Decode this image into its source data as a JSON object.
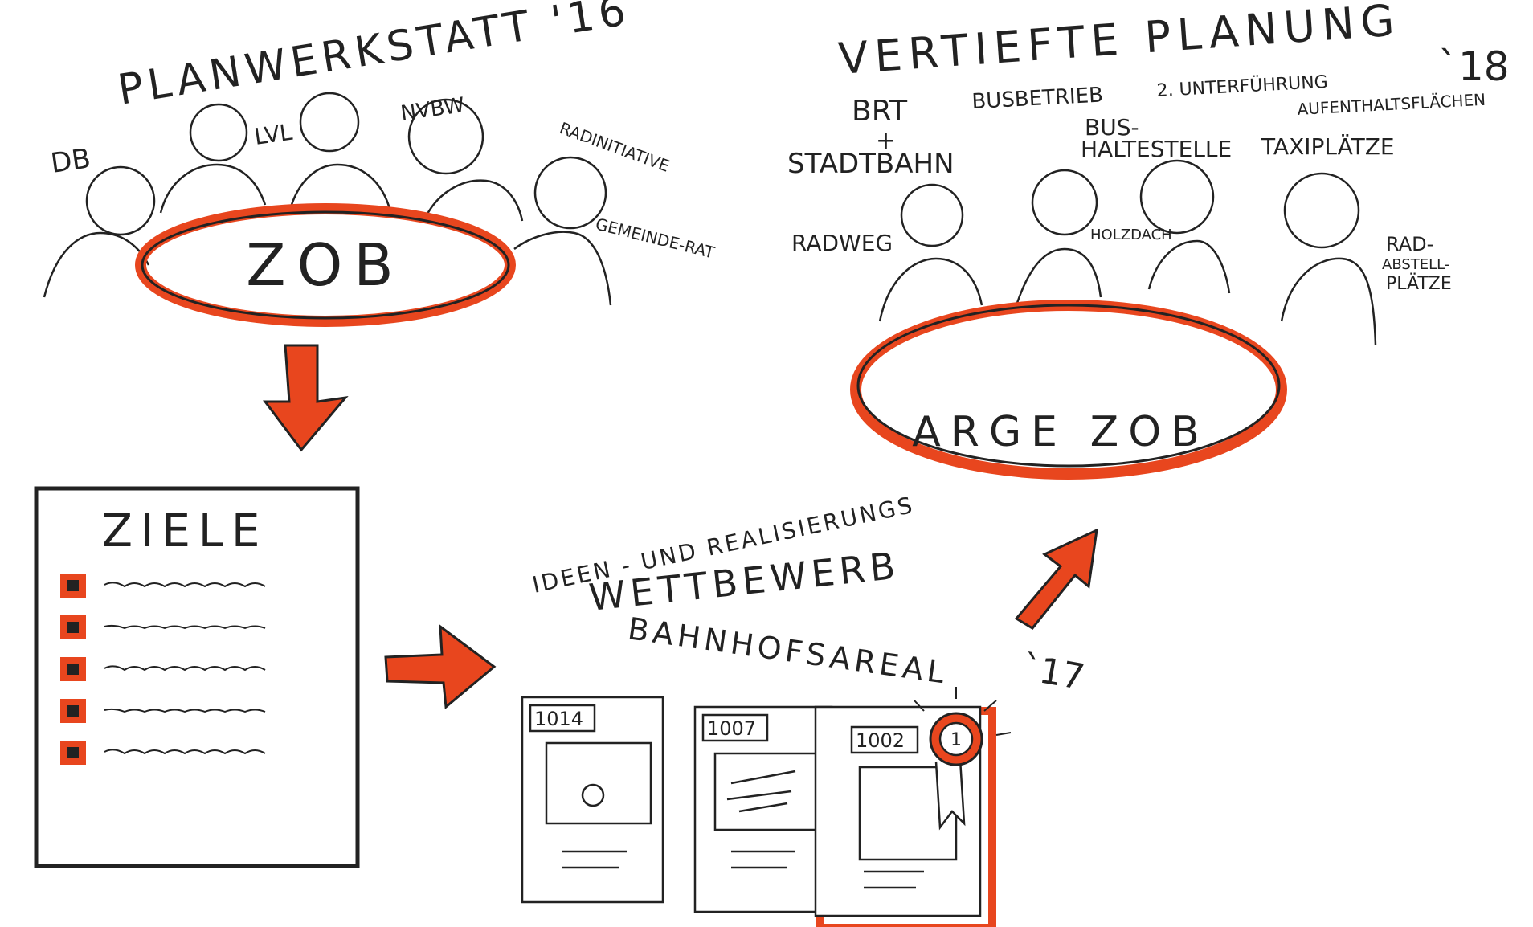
{
  "colors": {
    "ink": "#222222",
    "accent": "#e8461e",
    "paper": "#ffffff"
  },
  "workshop": {
    "title": "PLANWERKSTATT '16",
    "center_label": "ZOB",
    "participants": [
      "DB",
      "LVL",
      "NVBW",
      "RADINITIATIVE",
      "GEMEINDE-RAT"
    ]
  },
  "planning": {
    "title": "VERTIEFTE PLANUNG",
    "year": "`18",
    "topics": [
      "BRT",
      "+",
      "STADTBAHN",
      "BUSBETRIEB",
      "2. UNTERFÜHRUNG",
      "AUFENTHALTSFLÄCHEN",
      "BUS-",
      "HALTESTELLE",
      "TAXIPLÄTZE",
      "RADWEG",
      "HOLZDACH",
      "RAD-",
      "ABSTELL-",
      "PLÄTZE"
    ],
    "center_label": "ARGE ZOB"
  },
  "goals": {
    "title": "ZIELE",
    "item_count": 5
  },
  "competition": {
    "subtitle": "IDEEN - UND REALISIERUNGS",
    "title_line1": "WETTBEWERB",
    "title_line2": "BAHNHOFSAREAL",
    "year": "`17",
    "entries": [
      "1014",
      "1007",
      "1002"
    ],
    "winner_badge": "1"
  }
}
